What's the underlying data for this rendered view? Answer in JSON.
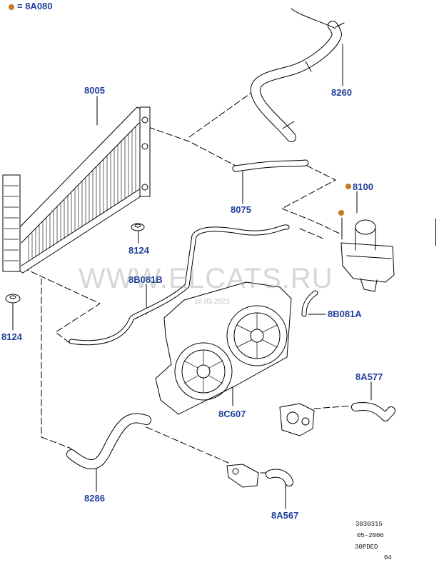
{
  "legend": {
    "dot_color": "#c8781e",
    "text": "= 8A080"
  },
  "labels": {
    "p8005": "8005",
    "p8260": "8260",
    "p8100": "8100",
    "p8075": "8075",
    "p8124_a": "8124",
    "p8124_b": "8124",
    "p8B081B": "8B081B",
    "p8B081A": "8B081A",
    "p8A577": "8A577",
    "p8C607": "8C607",
    "p8286": "8286",
    "p8A567": "8A567"
  },
  "watermark": {
    "site": "WWW.ELCATS.RU",
    "date": "16.03.2021"
  },
  "drawing_codes": {
    "line1": "3030315",
    "line2": "05-2006",
    "line3": "30PDED",
    "line4": "04"
  },
  "colors": {
    "label": "#1f3f9c",
    "marker": "#c8781e",
    "line": "#000000"
  }
}
